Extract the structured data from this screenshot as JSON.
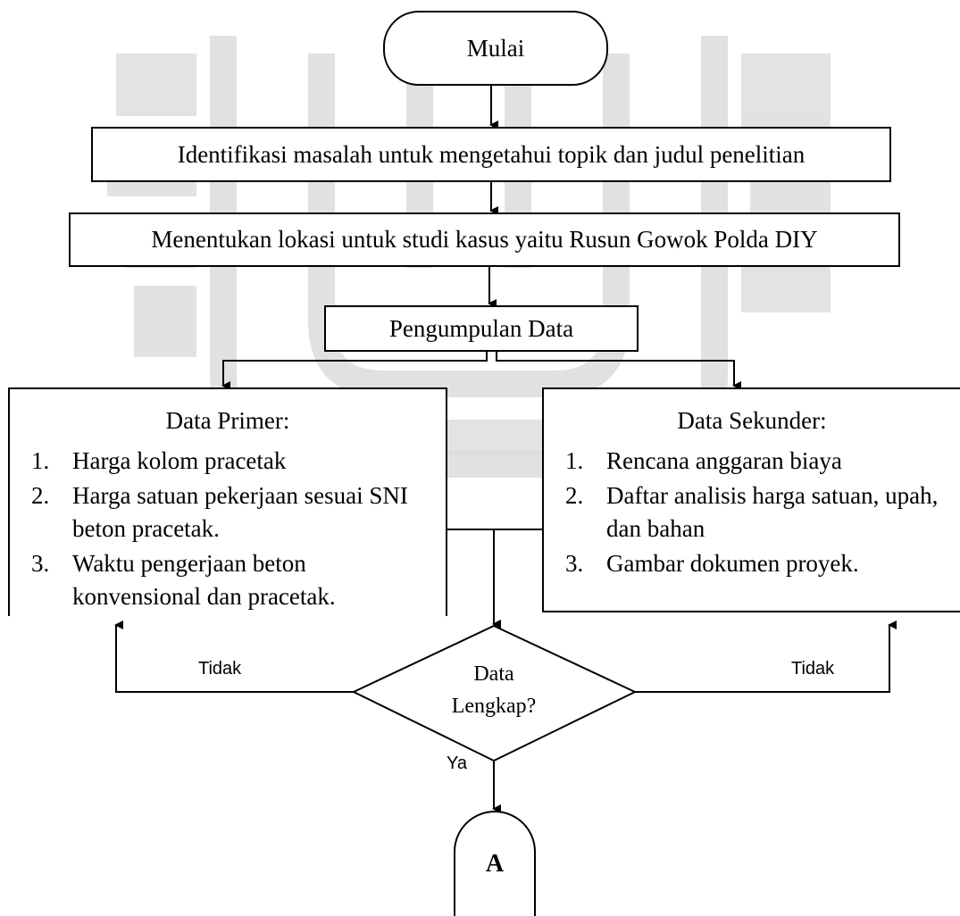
{
  "flowchart": {
    "start": "Mulai",
    "step1": "Identifikasi masalah untuk mengetahui topik dan judul penelitian",
    "step2": "Menentukan lokasi untuk studi kasus yaitu Rusun Gowok Polda DIY",
    "step3": "Pengumpulan Data",
    "primary": {
      "title": "Data Primer:",
      "items": [
        {
          "num": "1.",
          "text": "Harga kolom pracetak"
        },
        {
          "num": "2.",
          "text": "Harga satuan pekerjaan sesuai SNI beton pracetak."
        },
        {
          "num": "3.",
          "text": "Waktu pengerjaan beton konvensional dan pracetak."
        }
      ]
    },
    "secondary": {
      "title": "Data Sekunder:",
      "items": [
        {
          "num": "1.",
          "text": "Rencana anggaran biaya"
        },
        {
          "num": "2.",
          "text": "Daftar analisis harga satuan, upah, dan bahan"
        },
        {
          "num": "3.",
          "text": "Gambar dokumen proyek."
        }
      ]
    },
    "decision": {
      "line1": "Data",
      "line2": "Lengkap?"
    },
    "no_left": "Tidak",
    "no_right": "Tidak",
    "yes": "Ya",
    "connector": "A"
  },
  "colors": {
    "line": "#000000",
    "watermark": "#dcdcdc"
  }
}
